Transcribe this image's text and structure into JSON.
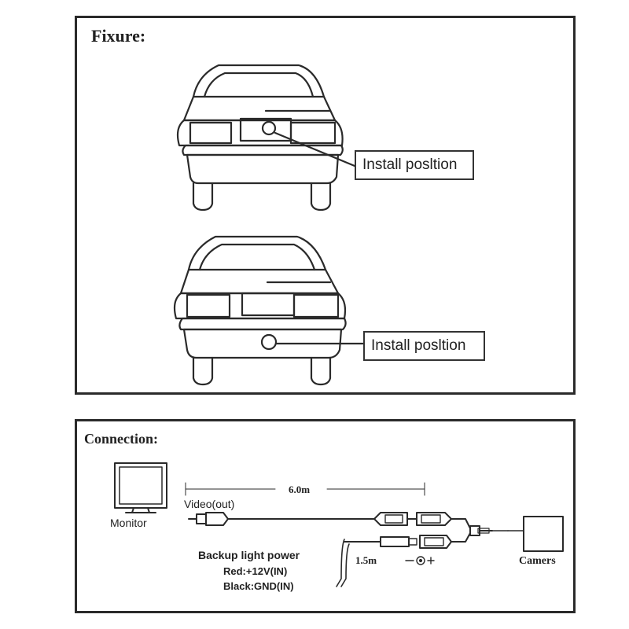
{
  "fixure": {
    "title": "Fixure:",
    "callouts": [
      "Install posltion",
      "Install posltion"
    ]
  },
  "connection": {
    "title": "Connection:",
    "monitor_label": "Monitor",
    "cable_length": "6.0m",
    "video_label": "Video(out)",
    "power_title": "Backup light power",
    "power_red": "Red:+12V(IN)",
    "power_black": "Black:GND(IN)",
    "short_length": "1.5m",
    "camera_label": "Camers"
  }
}
